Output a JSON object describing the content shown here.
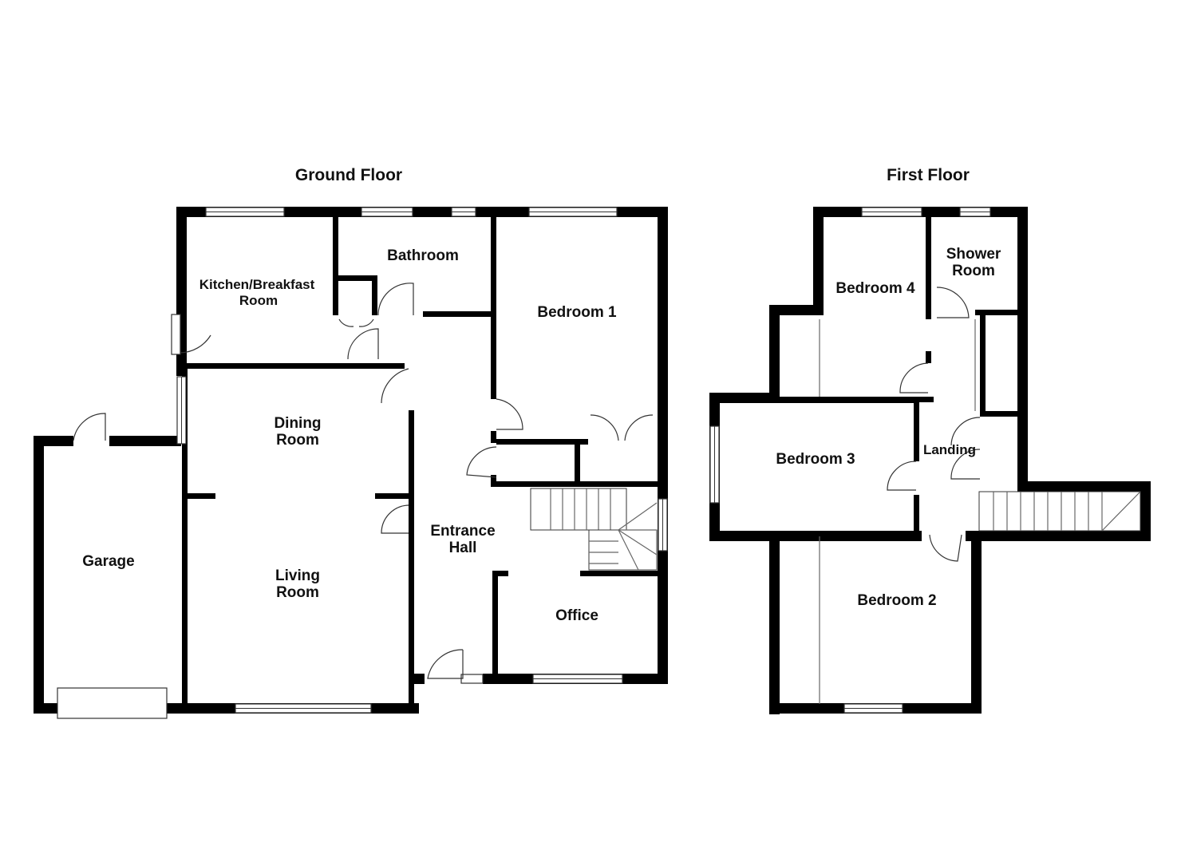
{
  "floors": {
    "ground": {
      "title": "Ground Floor",
      "rooms": {
        "kitchen_line1": "Kitchen/Breakfast",
        "kitchen_line2": "Room",
        "bathroom": "Bathroom",
        "bedroom1": "Bedroom 1",
        "dining_line1": "Dining",
        "dining_line2": "Room",
        "living_line1": "Living",
        "living_line2": "Room",
        "entrance_line1": "Entrance",
        "entrance_line2": "Hall",
        "office": "Office",
        "garage": "Garage"
      }
    },
    "first": {
      "title": "First Floor",
      "rooms": {
        "shower_line1": "Shower",
        "shower_line2": "Room",
        "bedroom4": "Bedroom 4",
        "bedroom3": "Bedroom 3",
        "landing": "Landing",
        "bedroom2": "Bedroom 2"
      }
    }
  }
}
